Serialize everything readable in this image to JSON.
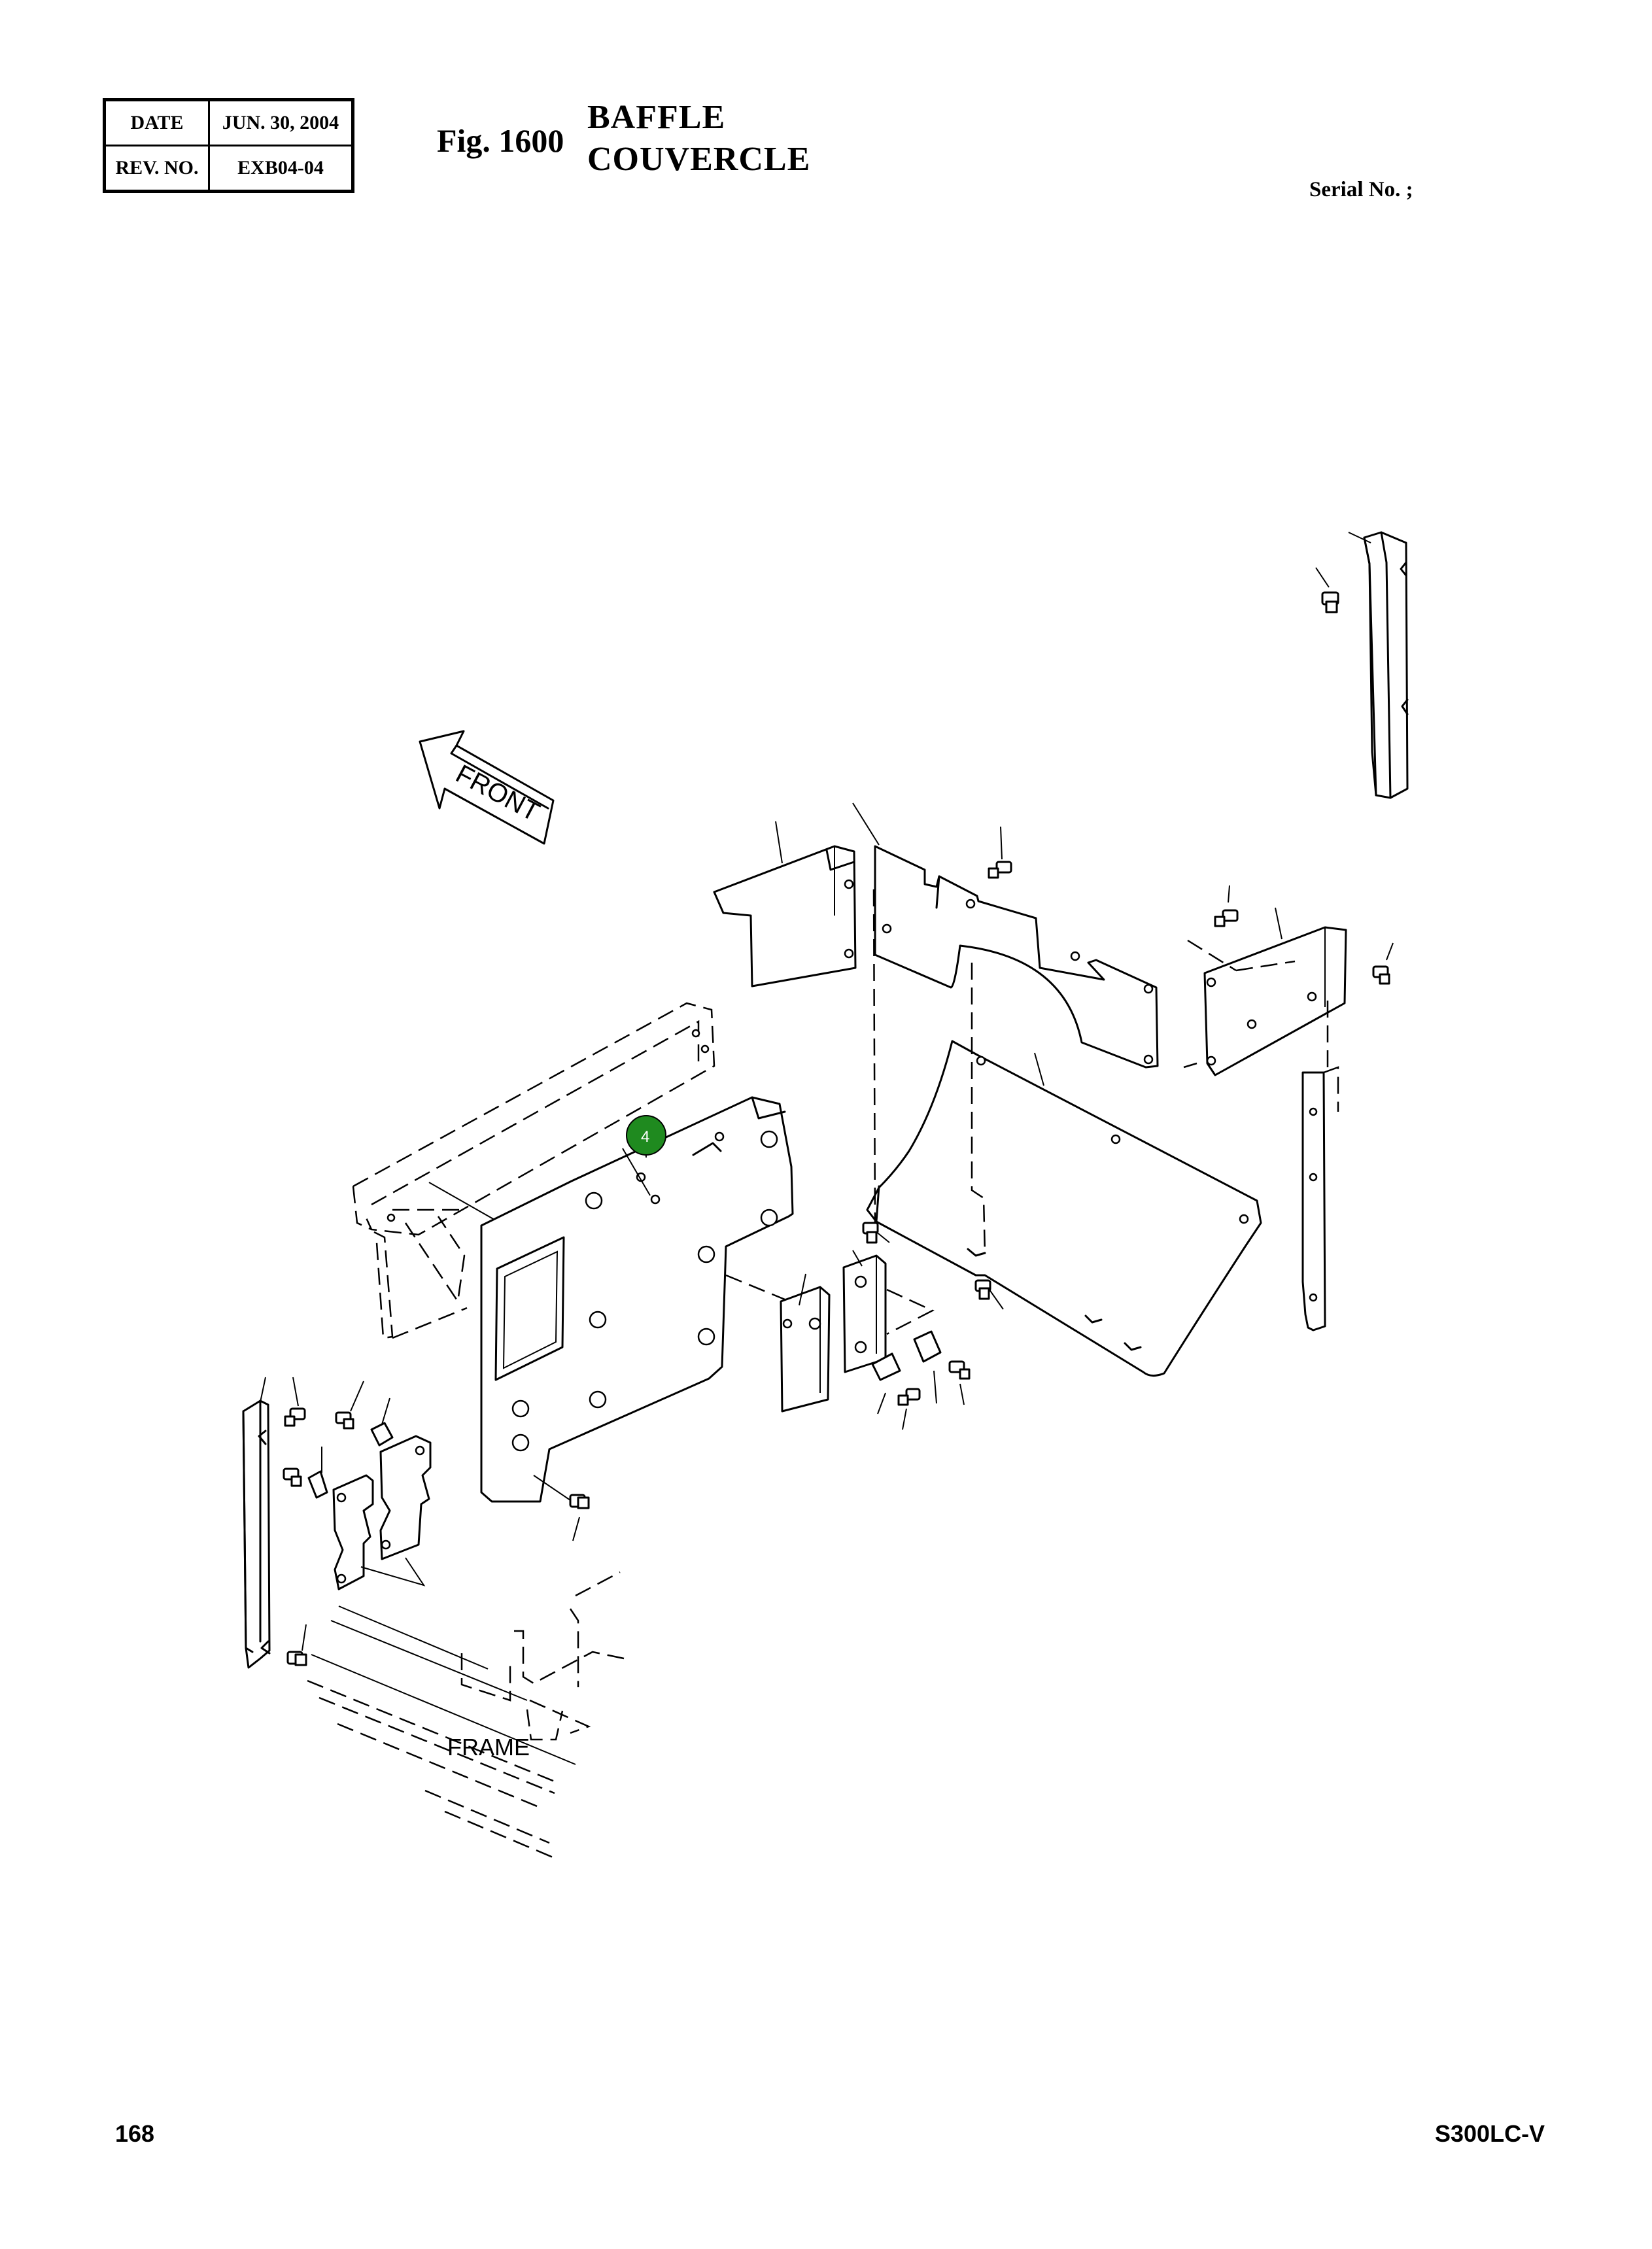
{
  "header": {
    "date_label": "DATE",
    "date_value": "JUN. 30, 2004",
    "rev_label": "REV. NO.",
    "rev_value": "EXB04-04",
    "fig_number": "Fig. 1600",
    "title_en": "BAFFLE",
    "title_fr": "COUVERCLE",
    "serial_label": "Serial No. ;"
  },
  "diagram": {
    "front_label": "FRONT",
    "frame_label": "FRAME",
    "callout": {
      "number": "4",
      "color": "#1f8a1f"
    }
  },
  "footer": {
    "page_number": "168",
    "model": "S300LC-V"
  }
}
